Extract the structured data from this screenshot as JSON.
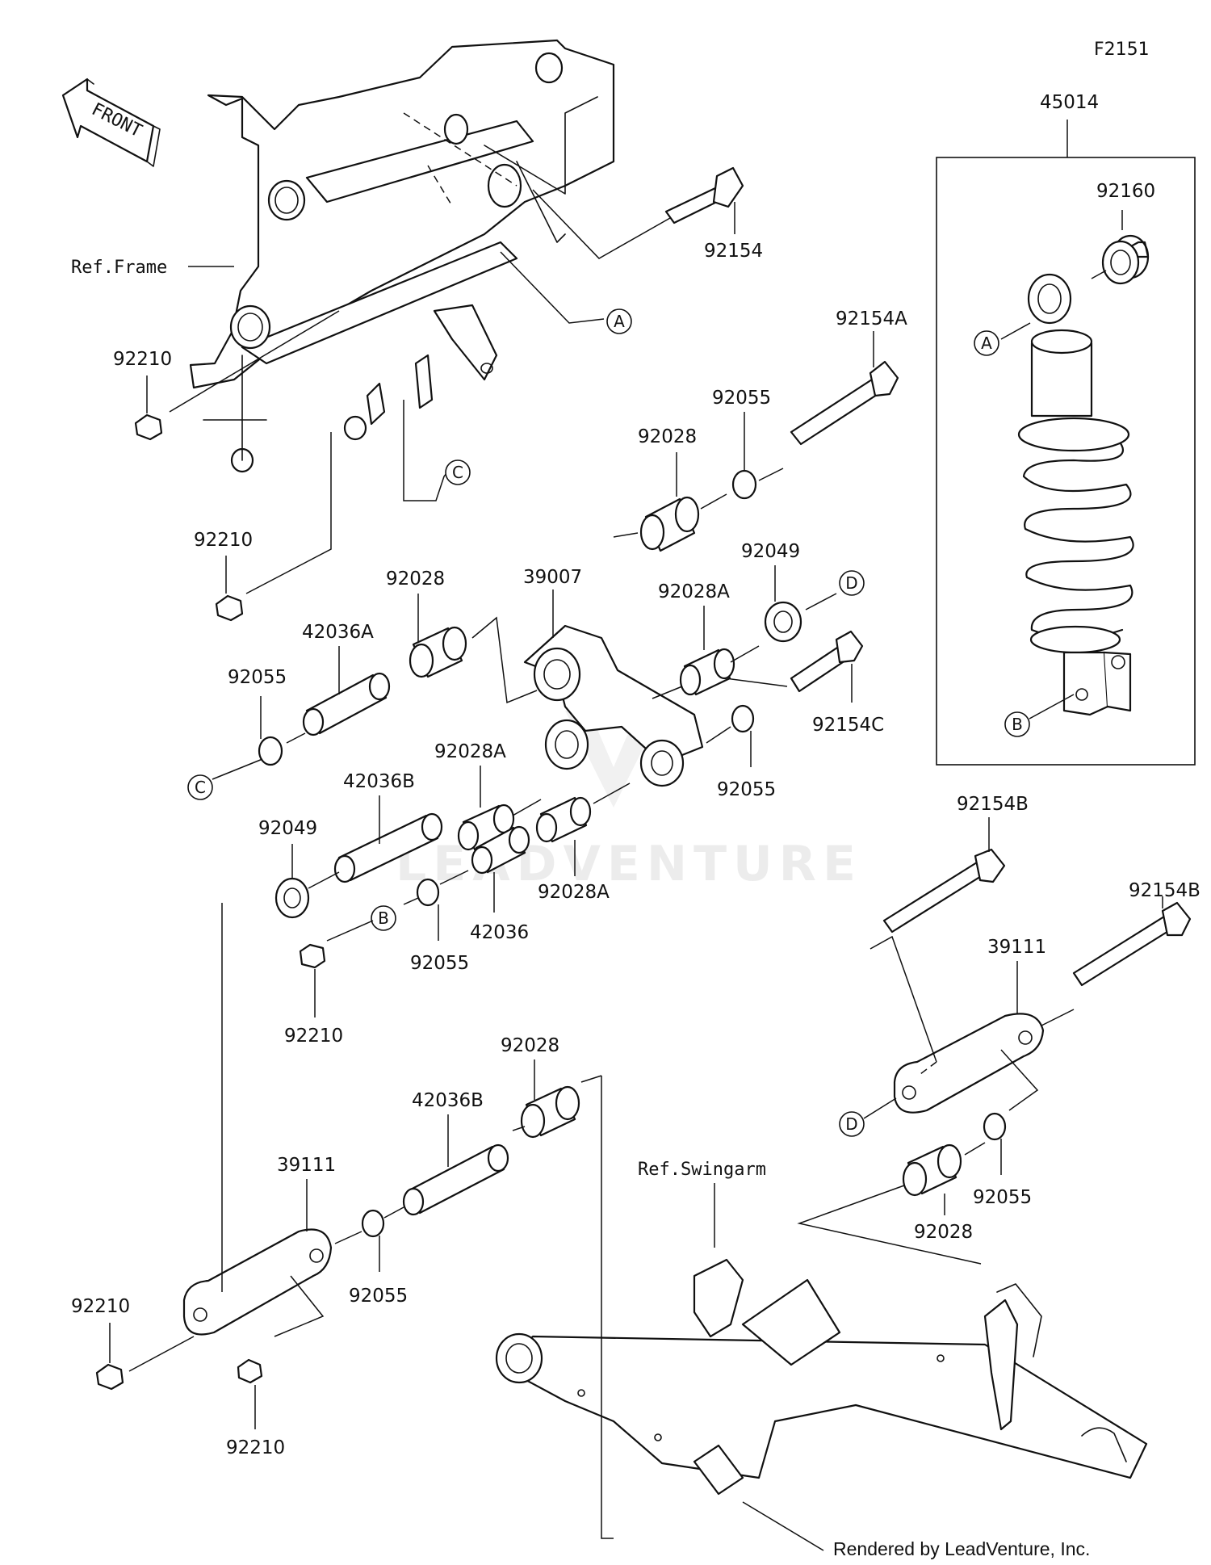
{
  "figure_id": "F2151",
  "front_arrow": {
    "label": "FRONT"
  },
  "references": {
    "frame": "Ref.Frame",
    "swingarm": "Ref.Swingarm"
  },
  "callout_letters": [
    "A",
    "B",
    "C",
    "D"
  ],
  "parts": {
    "p45014": "45014",
    "p92160": "92160",
    "p92154": "92154",
    "p92154A": "92154A",
    "p92154B": "92154B",
    "p92154C": "92154C",
    "p92210": "92210",
    "p92028": "92028",
    "p92028A": "92028A",
    "p92055": "92055",
    "p92049": "92049",
    "p39007": "39007",
    "p39111": "39111",
    "p42036": "42036",
    "p42036A": "42036A",
    "p42036B": "42036B"
  },
  "watermark": "LEADVENTURE",
  "footer": "Rendered by LeadVenture, Inc."
}
